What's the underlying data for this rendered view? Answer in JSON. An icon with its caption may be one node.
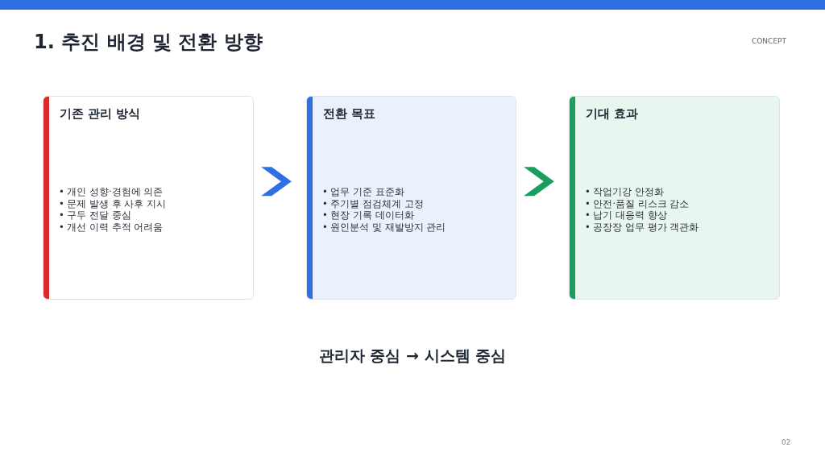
{
  "diagram": {
    "title": "1. 추진 배경 및 전환 방향",
    "nodes": [
      {
        "text": [
          "기존 관리 방식",
          "• 개인 성향·경험에 의존",
          "• 문제 발생 후 사후 지시",
          "• 구두 전달 중심",
          "• 개선 이력 추적 어려움"
        ]
      },
      {
        "text": [
          "전환 목표",
          "• 업무 기준 표준화",
          "• 주기별 점검체계 고정",
          "• 현장 기록 데이터화",
          "• 원인분석 및 재발방지 관리"
        ]
      },
      {
        "text": [
          "기대 효과",
          "• 작업기강 안정화",
          "• 안전·품질 리스크 감소",
          "• 납기 대응력 향상",
          "• 공장장 업무 평가 객관화"
        ]
      }
    ],
    "edges": [
      {
        "from": 0,
        "to": 1,
        "arrow": "to",
        "color": "#2f6fe4"
      },
      {
        "from": 1,
        "to": 2,
        "arrow": "to",
        "color": "#1a9e5f"
      }
    ],
    "labels": [
      "CONCEPT",
      "관리자 중심 → 시스템 중심",
      "02"
    ]
  }
}
